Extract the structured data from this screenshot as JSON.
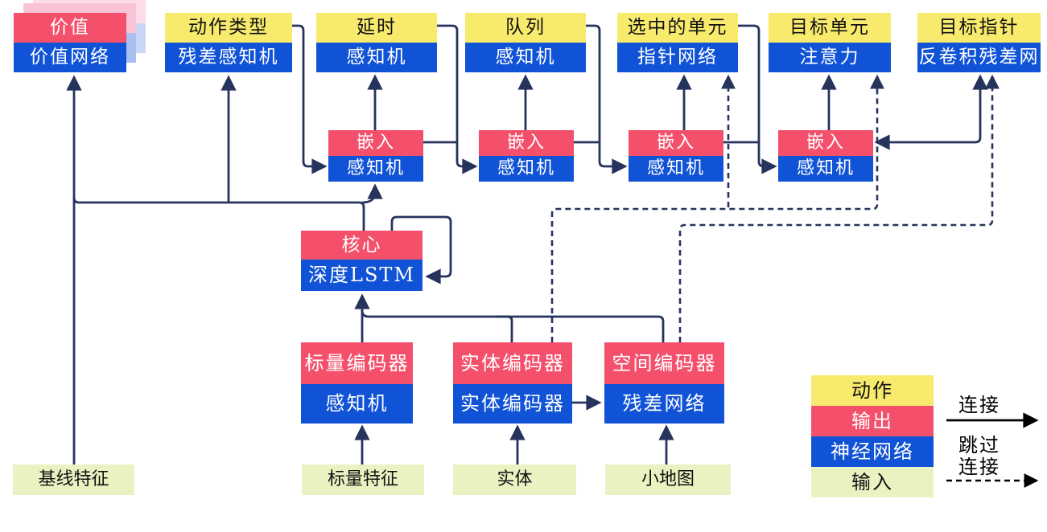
{
  "colors": {
    "action_yellow": "#F8EA6D",
    "output_red": "#F4506B",
    "network_blue": "#1153D6",
    "input_green": "#EAF2C2",
    "connector_navy": "#26335C",
    "legend_arrow_black": "#000000",
    "value_stack_pink": "#F9C4D5",
    "value_stack_periwinkle": "#A9BFEF",
    "value_stack_pink_pale": "#FBDCE8",
    "value_stack_periwinkle_pale": "#CAD6F5"
  },
  "nodes": {
    "value": {
      "top": "价值",
      "bottom": "价值网络"
    },
    "action_type": {
      "top": "动作类型",
      "bottom": "残差感知机"
    },
    "delay": {
      "top": "延时",
      "bottom": "感知机"
    },
    "queue": {
      "top": "队列",
      "bottom": "感知机"
    },
    "selected_units": {
      "top": "选中的单元",
      "bottom": "指针网络"
    },
    "target_unit": {
      "top": "目标单元",
      "bottom": "注意力"
    },
    "target_point": {
      "top": "目标指针",
      "bottom": "反卷积残差网"
    },
    "core": {
      "top": "核心",
      "bottom": "深度LSTM"
    },
    "scalar_encoder": {
      "top": "标量编码器",
      "bottom": "感知机"
    },
    "entity_encoder": {
      "top": "实体编码器",
      "bottom": "实体编码器"
    },
    "spatial_encoder": {
      "top": "空间编码器",
      "bottom": "残差网络"
    }
  },
  "embeds": [
    {
      "top": "嵌入",
      "bottom": "感知机"
    },
    {
      "top": "嵌入",
      "bottom": "感知机"
    },
    {
      "top": "嵌入",
      "bottom": "感知机"
    },
    {
      "top": "嵌入",
      "bottom": "感知机"
    }
  ],
  "inputs": {
    "baseline": "基线特征",
    "scalar": "标量特征",
    "entities": "实体",
    "minimap": "小地图"
  },
  "legend": {
    "action": "动作",
    "output": "输出",
    "network": "神经网络",
    "input": "输入",
    "connection_label": "连接",
    "skip_label_line1": "跳过",
    "skip_label_line2": "连接"
  }
}
